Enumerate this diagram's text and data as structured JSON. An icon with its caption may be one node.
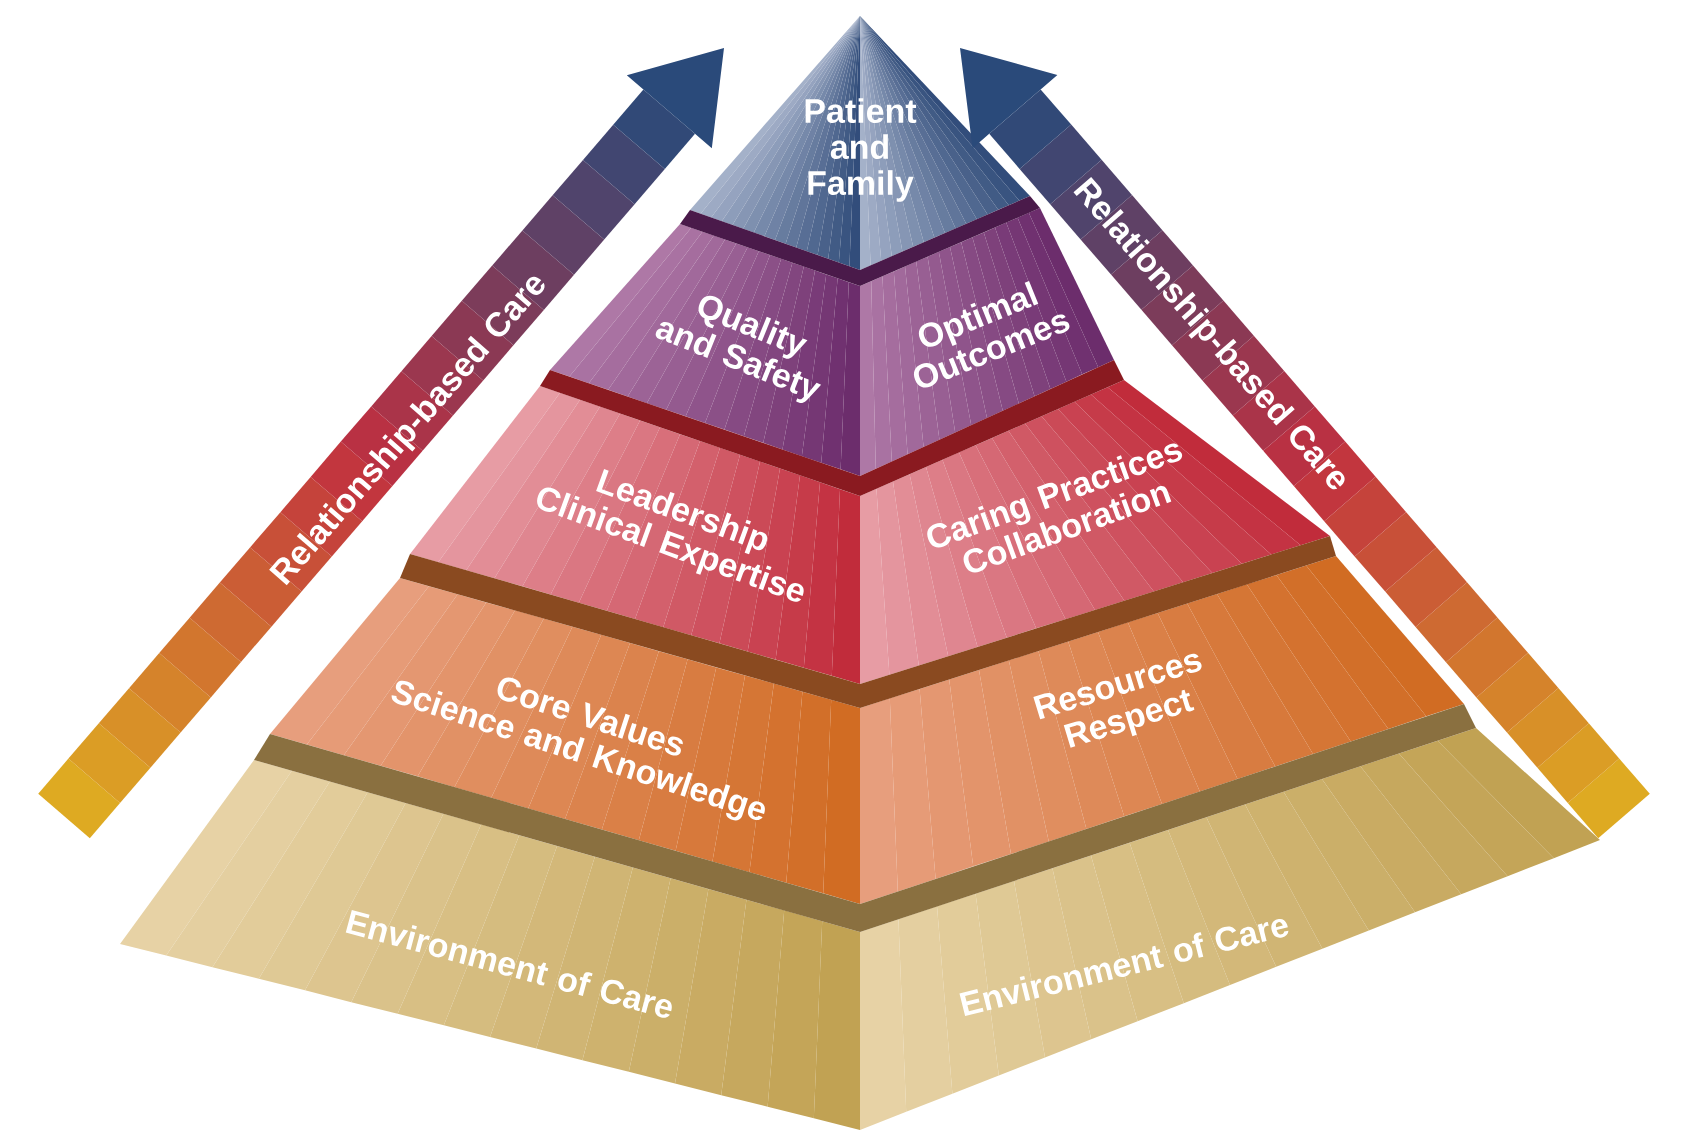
{
  "diagram": {
    "nodes": [
      {
        "text": [
          "Patient and Family"
        ]
      },
      {
        "text": [
          "Quality and Safety"
        ]
      },
      {
        "text": [
          "Optimal Outcomes"
        ]
      },
      {
        "text": [
          "Leadership",
          "Clinical Expertise"
        ]
      },
      {
        "text": [
          "Caring Practices",
          "Collaboration"
        ]
      },
      {
        "text": [
          "Core Values",
          "Science and Knowledge"
        ]
      },
      {
        "text": [
          "Resources",
          "Respect"
        ]
      },
      {
        "text": [
          "Environment of Care"
        ]
      },
      {
        "text": [
          "Environment of Care"
        ]
      },
      {
        "text": [
          "Relationship-based Care"
        ]
      },
      {
        "text": [
          "Relationship-based Care"
        ]
      }
    ]
  }
}
